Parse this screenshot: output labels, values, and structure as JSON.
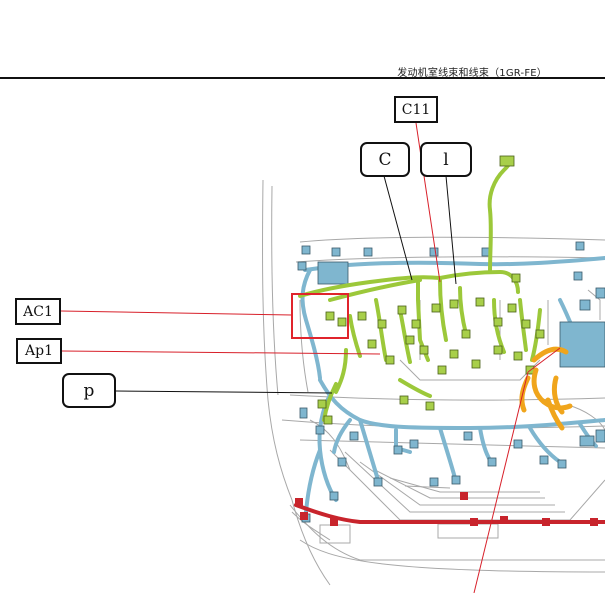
{
  "header": {
    "title": "发动机室线束和线束（1GR-FE）"
  },
  "callouts": {
    "c11": "C11",
    "c": "C",
    "l": "l",
    "ac1": "AC1",
    "ap1": "Ap1",
    "p": "p"
  },
  "colors": {
    "harness_blue": "#7fb6cf",
    "harness_green": "#9cc83a",
    "harness_orange": "#f0a51c",
    "harness_red": "#c8242c",
    "highlight_box": "#e0242c",
    "leader_red": "#d8202a",
    "outline_gray": "#9a9a9a"
  }
}
